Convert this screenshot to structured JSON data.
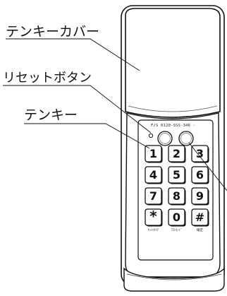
{
  "callouts": {
    "cover": "テンキーカバー",
    "reset_button": "リセットボタン",
    "keypad": "テンキー"
  },
  "device": {
    "printed_number": "F/S 0120-SSS-346 -",
    "keys": [
      "1",
      "2",
      "3",
      "4",
      "5",
      "6",
      "7",
      "8",
      "9",
      "*",
      "0",
      "#"
    ],
    "sub_labels": {
      "star": "ｾｯﾄ/ｸﾘｱ",
      "zero": "ｱｽﾄﾓｰﾄﾞ",
      "hash": "確定"
    }
  },
  "colors": {
    "line": "#111111",
    "fill": "#ffffff"
  }
}
